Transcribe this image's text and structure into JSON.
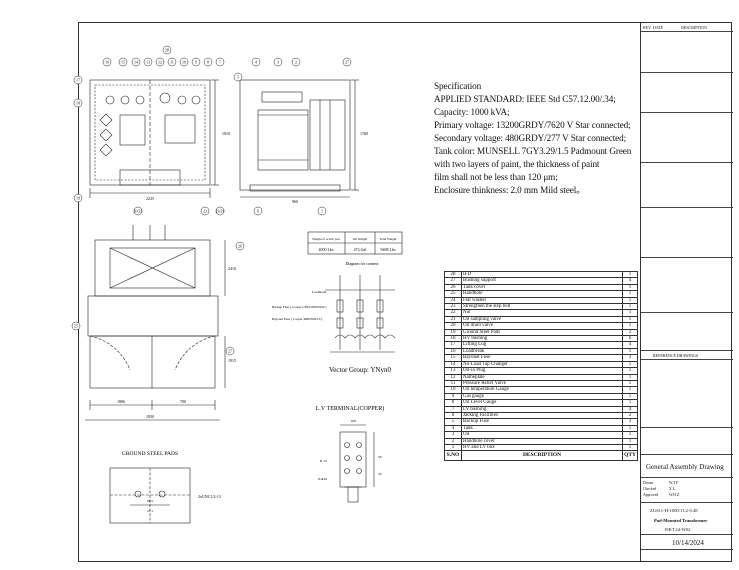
{
  "title_block": {
    "rev_header": [
      "REV.",
      "DATE",
      "DESCRIPTION"
    ],
    "reference_drawings": "REFERENCE DRAWINGS",
    "drawing_title": "General Assembly Drawing",
    "drawn_rows": [
      [
        "Drawn",
        "W.T.F"
      ],
      [
        "Checked",
        "X.L."
      ],
      [
        "Approved",
        "W.H.Z."
      ]
    ],
    "drawing_number": "ZGS11-H-1000/13.2-0.48",
    "product_name": "Pad-Mounted Transformer",
    "code": "19KT.24-W02",
    "date": "10/14/2024"
  },
  "specification": {
    "heading": "Specification",
    "lines": [
      "APPLIED STANDARD:  IEEE Std C57.12.00/.34;",
      "Capacity: 1000 kVA;",
      "Primary voltage: 13200GRDY/7620 V Star connected;",
      "Secondary voltage: 480GRDY/277 V Star connected;",
      "Tank color: MUNSELL 7GY3.29/1.5 Padmount Green",
      "with two layers of paint, the thickness of paint",
      "film shall not be less than 120 μm;",
      "Enclosure thinkness: 2.0 mm Mild steel。"
    ]
  },
  "weights": {
    "headers": [
      "Weight of active part",
      "Oil Weight",
      "Total Weight"
    ],
    "values": [
      "4050 Lbs",
      "472 Gal",
      "9408 Lbs"
    ]
  },
  "connection_diagram": {
    "title": "Diagram for connect",
    "loadbreak": "Loadbreak",
    "backup_fuse": "Backup Fuse ( Cooper CBUC08100100 )",
    "bayonet_fuse": "Bayonet Fuse ( Cooper 4000358C10 )",
    "vector_group": "Vector Group:  YNyn0"
  },
  "lv_terminal": {
    "title": "L.V TERMINAL(COPPER)",
    "dims": [
      "108",
      "R 13",
      "8-Φ16",
      "56",
      "45"
    ]
  },
  "ground_pads": {
    "title": "GROUND STEEL PADS",
    "note": "2xUNC1/2-13",
    "dims": [
      "66.5",
      "57.1"
    ]
  },
  "bom": {
    "header": [
      "S.NO",
      "DESCRIPTION",
      "QTY"
    ],
    "rows": [
      [
        "28",
        "IFD",
        "1"
      ],
      [
        "27",
        "Bushing support",
        "4"
      ],
      [
        "26",
        "Tank cover",
        "1"
      ],
      [
        "25",
        "Handhole",
        "1"
      ],
      [
        "24",
        "Flat washer",
        "1"
      ],
      [
        "23",
        "Strengthen the step bolt",
        "1"
      ],
      [
        "22",
        "Nut",
        "1"
      ],
      [
        "21",
        "Oil sampling valve",
        "1"
      ],
      [
        "20",
        "Oil drain valve",
        "1"
      ],
      [
        "19",
        "Ground Steel Pads",
        "2"
      ],
      [
        "18",
        "HV bushing",
        "6"
      ],
      [
        "17",
        "Lifting Lug",
        "4"
      ],
      [
        "16",
        "Loadbreak",
        "1"
      ],
      [
        "15",
        "Bayonet Fuse",
        "3"
      ],
      [
        "14",
        "No-Load Tap Changer",
        "1"
      ],
      [
        "13",
        "Oil-in Plug",
        "1"
      ],
      [
        "12",
        "Nameplate",
        "1"
      ],
      [
        "11",
        "Pressure Relief Valve",
        "1"
      ],
      [
        "10",
        "Oil temperature Gauge",
        "1"
      ],
      [
        "9",
        "Gas gauge",
        "1"
      ],
      [
        "8",
        "Oil Level Gauge",
        "1"
      ],
      [
        "7",
        "LV bushing",
        "4"
      ],
      [
        "6",
        "Jacking Facilities",
        "2"
      ],
      [
        "5",
        "Backup Fuse",
        "3"
      ],
      [
        "4",
        "Tank",
        "1"
      ],
      [
        "3",
        "Oil",
        "1"
      ],
      [
        "2",
        "Handhole cover",
        "1"
      ],
      [
        "1",
        "HV and LV box",
        "1"
      ]
    ]
  },
  "balloons_front": [
    "16",
    "15",
    "14",
    "13",
    "12",
    "11",
    "10",
    "9",
    "8",
    "7",
    "28",
    "17",
    "18",
    "19",
    "20/21",
    "22",
    "23/24"
  ],
  "balloons_side": [
    "4",
    "3",
    "2",
    "5",
    "27",
    "6",
    "1"
  ],
  "balloons_top": [
    "26",
    "25",
    "27"
  ],
  "dims_front": [
    "2235",
    "1810"
  ],
  "dims_side": [
    "960",
    "1760"
  ],
  "dims_top": [
    "1806",
    "1830",
    "700",
    "2410",
    "1915"
  ]
}
